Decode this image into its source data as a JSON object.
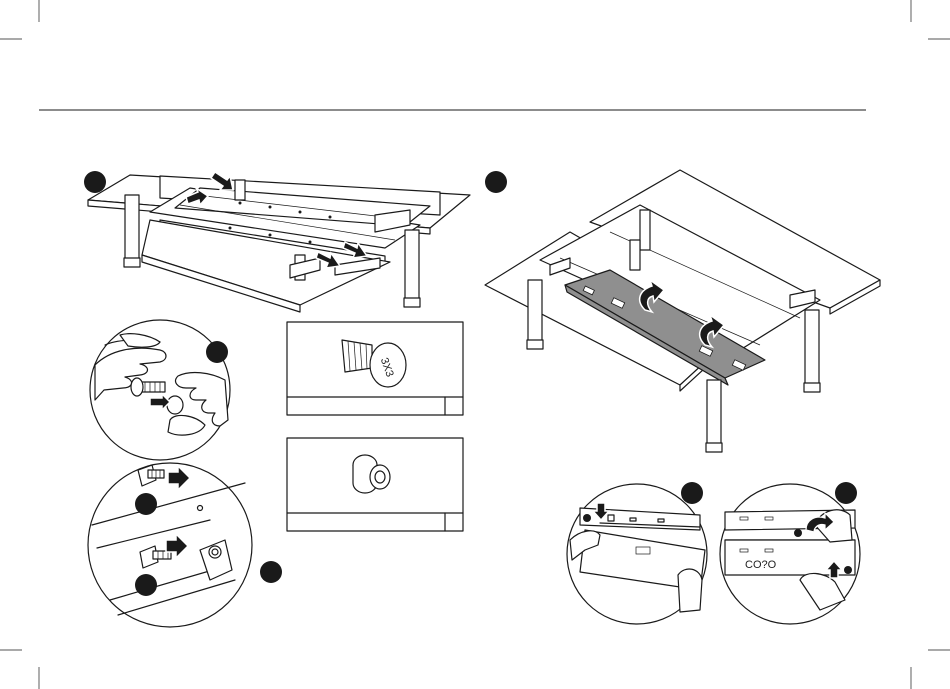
{
  "page": {
    "background": "#ffffff",
    "ink": "#1a1a1a",
    "accent_grey": "#8f8f8f",
    "step_markers": [
      "step-1-marker",
      "step-2-marker"
    ],
    "parts": [
      {
        "name": "bolt",
        "label": "",
        "qty": ""
      },
      {
        "name": "spacer",
        "label": "",
        "qty": ""
      }
    ],
    "screw_head_text": "3X3",
    "part_tag": "CO?O"
  }
}
